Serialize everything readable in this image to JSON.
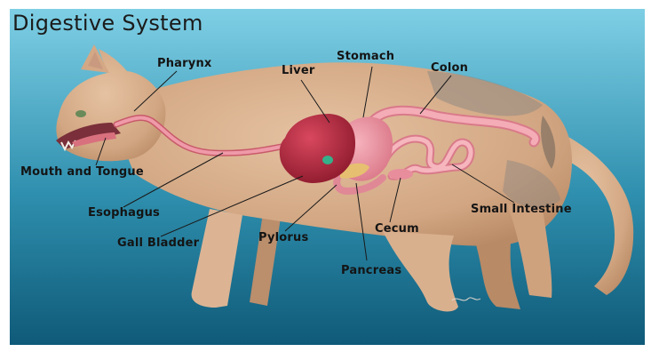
{
  "diagram": {
    "title": "Digestive System",
    "labels": {
      "pharynx": "Pharynx",
      "liver": "Liver",
      "stomach": "Stomach",
      "colon": "Colon",
      "mouth_and_tongue": "Mouth and Tongue",
      "esophagus": "Esophagus",
      "gall_bladder": "Gall Bladder",
      "pylorus": "Pylorus",
      "cecum": "Cecum",
      "small_intestine": "Small Intestine",
      "pancreas": "Pancreas"
    }
  },
  "colors": {
    "background_top": "#7ecfe5",
    "background_bottom": "#0f5a78",
    "fur": "#d9b08e",
    "liver": "#b3253d",
    "intestine": "#ea9aa6",
    "pancreas": "#e6c070",
    "gall_bladder": "#35b08a"
  }
}
